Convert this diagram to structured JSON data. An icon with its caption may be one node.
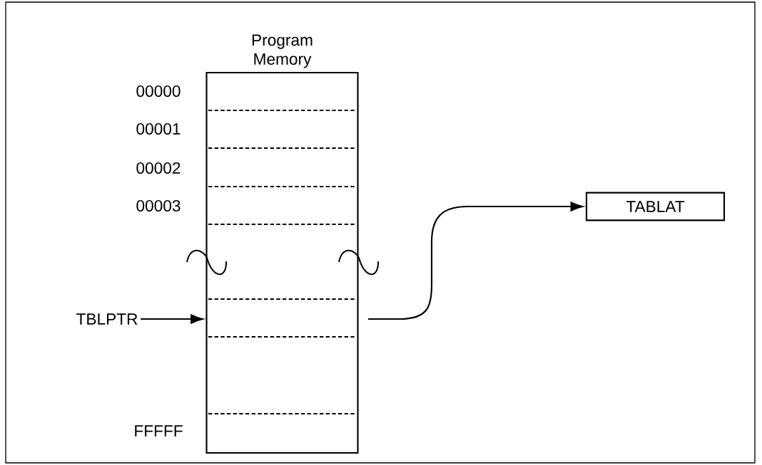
{
  "diagram": {
    "nodes": [
      {
        "text": [
          "Program Memory"
        ]
      },
      {
        "text": [
          "TBLPTR"
        ]
      },
      {
        "text": [
          "TABLAT"
        ]
      }
    ],
    "edges": [
      {
        "from": 1,
        "to": 0,
        "arrow": "to"
      },
      {
        "from": 0,
        "to": 2,
        "arrow": "to"
      }
    ],
    "labels": [
      "00000",
      "00001",
      "00002",
      "00003",
      "FFFFF"
    ]
  }
}
